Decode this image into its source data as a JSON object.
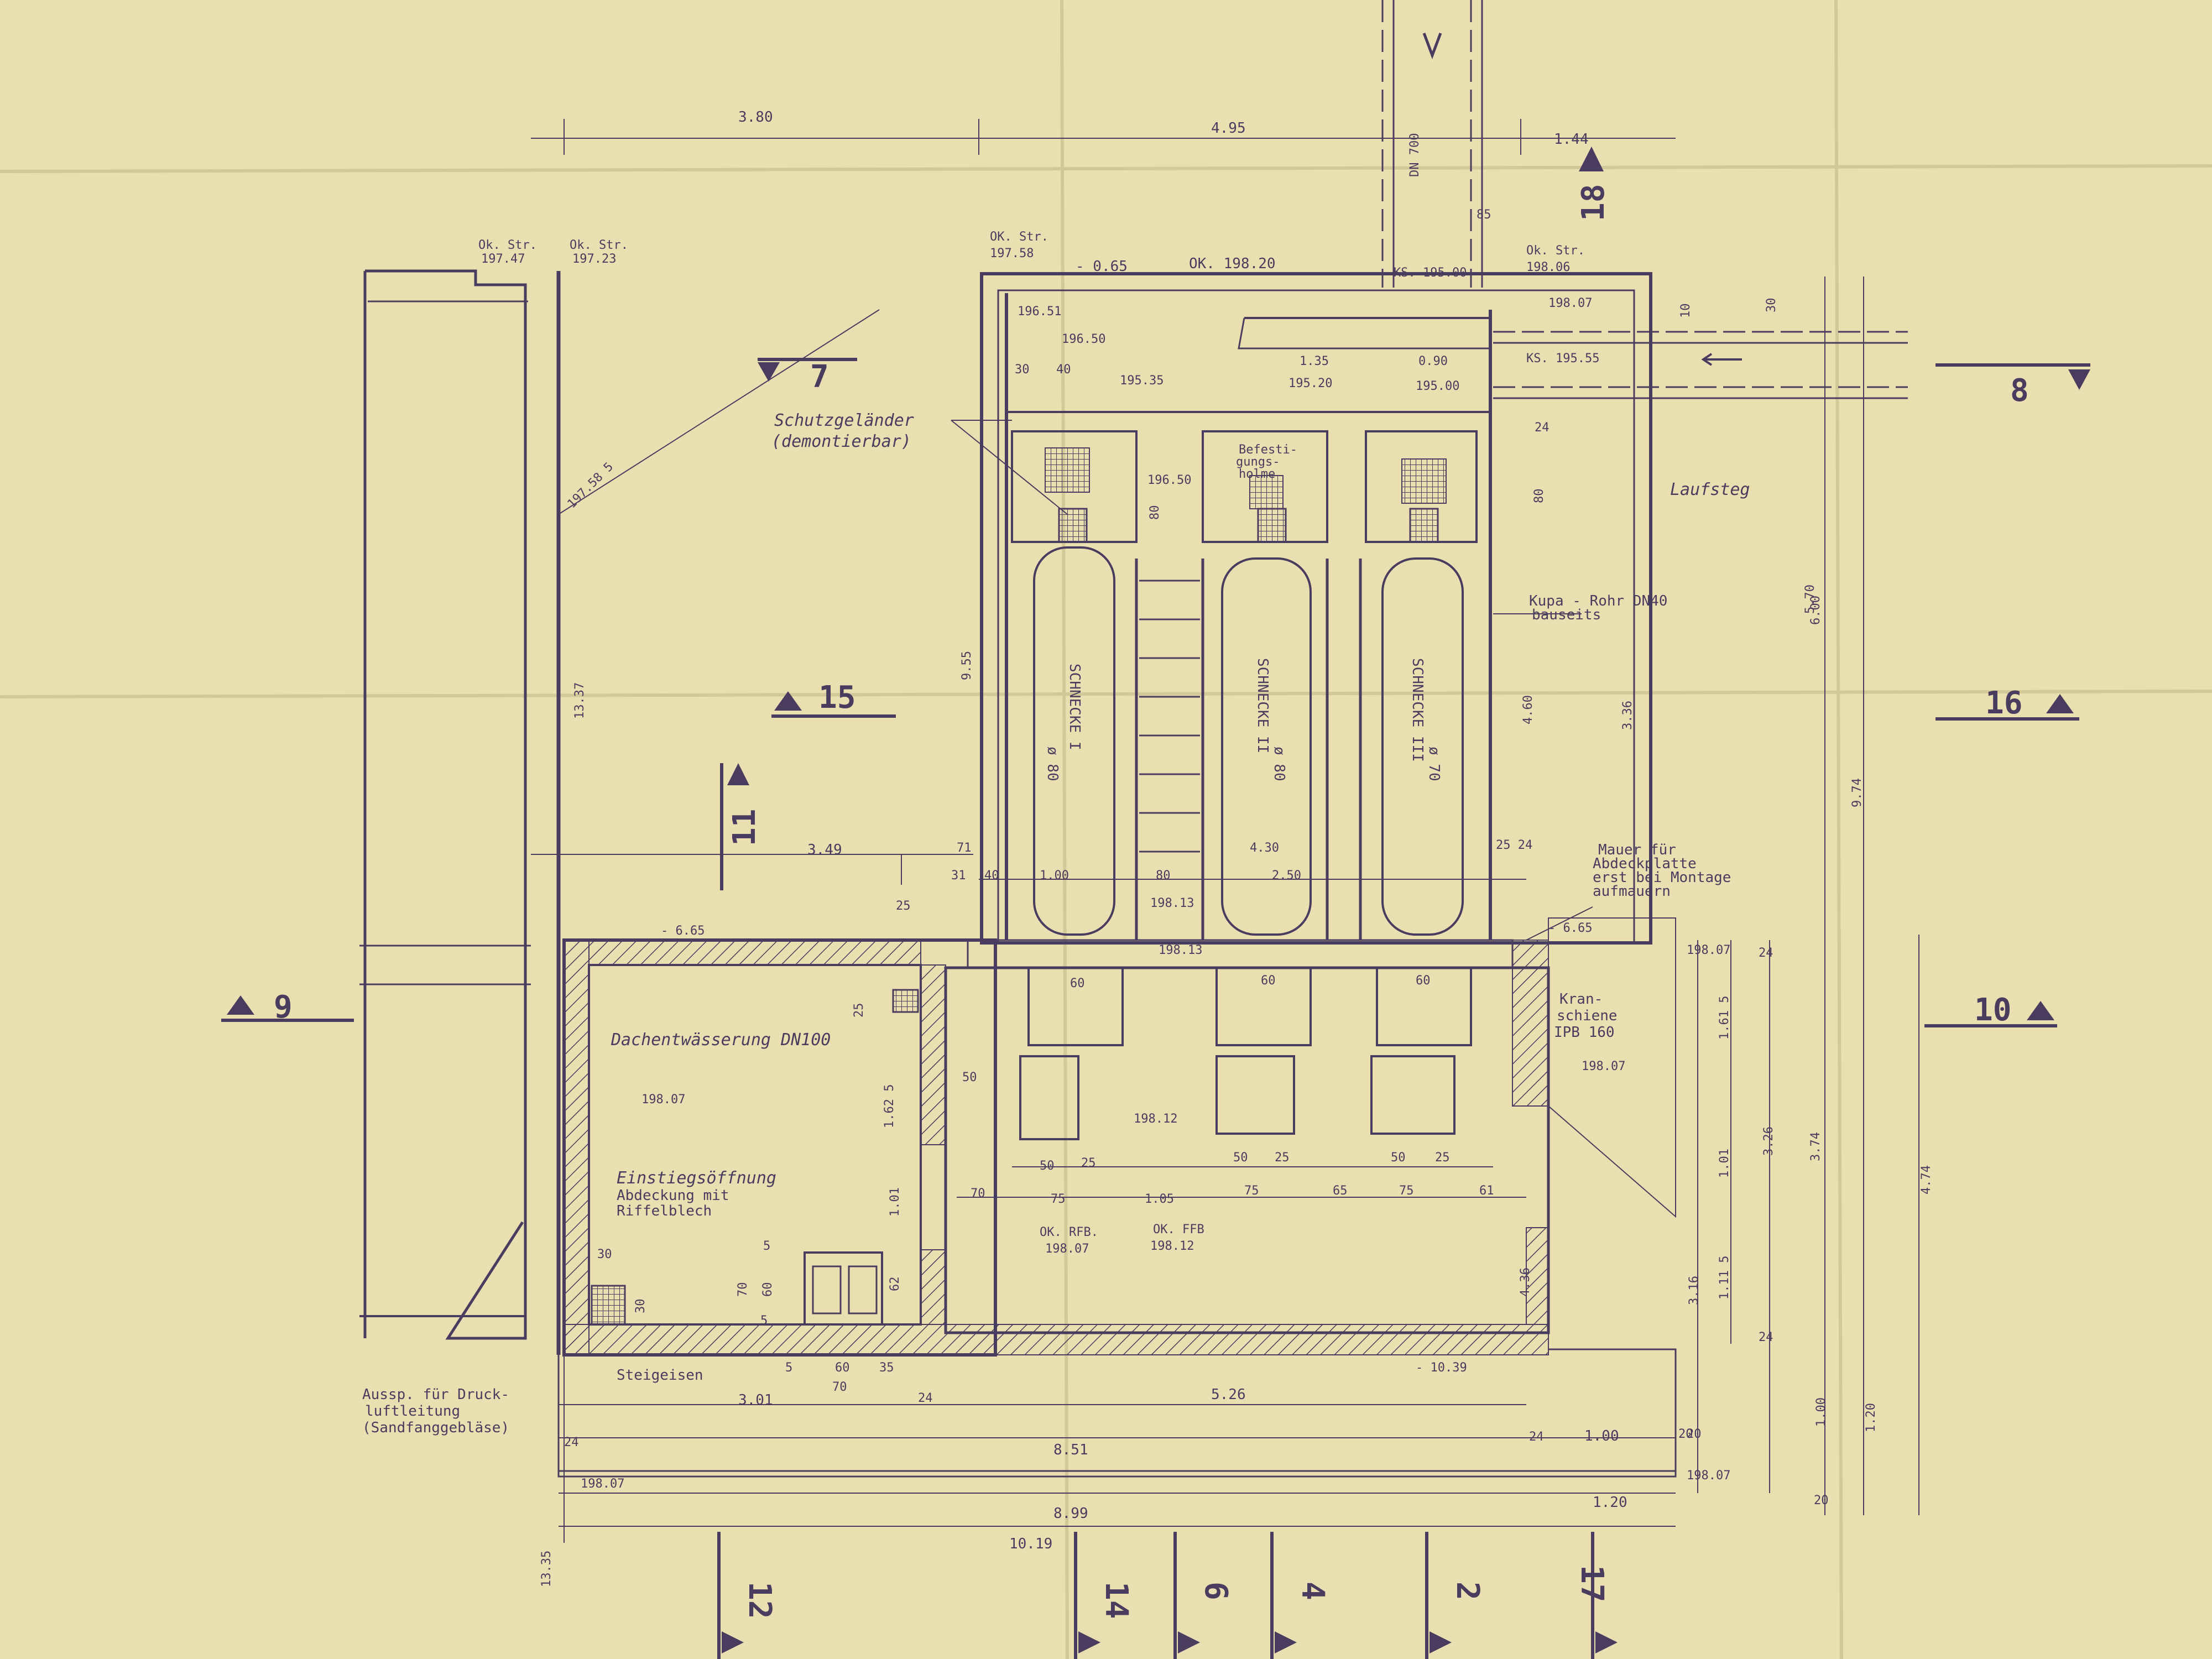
{
  "dims": {
    "top_380": "3.80",
    "top_495": "4.95",
    "top_144": "1.44",
    "top_85": "85",
    "pipe_dn700": "DN 700",
    "okstr_1": "Ok. Str.",
    "okstr_1_val": "197.47",
    "okstr_2": "Ok. Str.",
    "okstr_2_val": "197.23",
    "okstr_3": "OK. Str.",
    "okstr_3_val": "197.58",
    "okstr_4": "Ok. Str.",
    "okstr_4_val": "198.06",
    "ok_19820": "OK. 198.20",
    "ks_19500": "KS. 195.00",
    "d_065": "- 0.65",
    "d_19807_top": "198.07",
    "d_19651": "196.51",
    "d_19650": "196.50",
    "d_30": "30",
    "d_40": "40",
    "d_19535": "195.35",
    "d_135": "1.35",
    "d_090": "0.90",
    "d_19520": "195.20",
    "d_19500b": "195.00",
    "ks_19555": "KS. 195.55",
    "d_19758": "197.58 5",
    "d_1337": "13.37",
    "d_19650b": "196.50",
    "d_80a": "80",
    "d_955": "9.55",
    "d_460": "4.60",
    "d_336": "3.36",
    "d_570": "5.70",
    "d_600": "6.00",
    "d_974": "9.74",
    "d_80b": "80",
    "d_24": "24",
    "d_10": "10",
    "d_30b": "30",
    "d_349": "3.49",
    "d_71": "71",
    "d_31": "31",
    "d_40b": "40",
    "d_100": "1.00",
    "d_80c": "80",
    "d_430": "4.30",
    "d_250": "2.50",
    "d_25_24": "25 24",
    "d_19813": "198.13",
    "d_19813b": "198.13",
    "d_25": "25",
    "d_665a": "- 6.65",
    "d_665b": "- 6.65",
    "d_19807_r": "198.07",
    "d_19807_r2": "198.07",
    "d_161": "1.61 5",
    "d_326": "3.26",
    "d_374": "3.74",
    "d_474": "4.74",
    "d_101": "1.01",
    "d_316": "3.16",
    "d_111": "1.11 5",
    "d_24b": "24",
    "d_24c": "24",
    "d_100b": "1.00",
    "d_120": "1.20",
    "d_20a": "20",
    "d_20b": "20",
    "d_19807_dach": "198.07",
    "d_1625": "1.62 5",
    "d_101b": "1.01",
    "d_25b": "25",
    "d_50": "50",
    "d_70": "70",
    "d_75a": "75",
    "d_105": "1.05",
    "d_75b": "75",
    "d_65": "65",
    "d_75c": "75",
    "d_61": "61",
    "d_50a": "50",
    "d_25c": "25",
    "d_50b": "50",
    "d_25d": "25",
    "d_50c": "50",
    "d_25e": "25",
    "d_60a": "60",
    "d_60b": "60",
    "d_60c": "60",
    "d_19812": "198.12",
    "ok_rfb": "OK. RFB.",
    "ok_rfb_val": "198.07",
    "ok_ffb": "OK. FFB",
    "ok_ffb_val": "198.12",
    "d_436": "4.36",
    "d_1039": "- 10.39",
    "d_301": "3.01",
    "d_526": "5.26",
    "d_851": "8.51",
    "d_899": "8.99",
    "d_1019": "10.19",
    "d_100c": "1.00",
    "d_24d": "24",
    "d_24e": "24",
    "d_20c": "20",
    "d_120b": "1.20",
    "d_19807_bl": "198.07",
    "d_19807_br": "198.07",
    "d_1335": "13.35",
    "d_30c": "30",
    "d_30d": "30",
    "d_5": "5",
    "d_60d": "60",
    "d_70b": "70",
    "d_5b": "5",
    "d_60e": "60",
    "d_35": "35",
    "d_70c": "70",
    "d_5c": "5",
    "d_24f": "24",
    "d_62": "62"
  },
  "labels": {
    "schutz_1": "Schutzgeländer",
    "schutz_2": "(demontierbar)",
    "befest_1": "Befesti-",
    "befest_2": "gungs-",
    "befest_3": "holme",
    "laufsteg": "Laufsteg",
    "kupa_1": "Kupa - Rohr  DN40",
    "kupa_2": "bauseits",
    "mauer_1": "Mauer für",
    "mauer_2": "Abdeckplatte",
    "mauer_3": "erst bei Montage",
    "mauer_4": "aufmauern",
    "kran_1": "Kran-",
    "kran_2": "schiene",
    "kran_3": "IPB 160",
    "dach": "Dachentwässerung DN100",
    "einstieg_1": "Einstiegsöffnung",
    "einstieg_2": "Abdeckung mit",
    "einstieg_3": "Riffelblech",
    "steig": "Steigeisen",
    "aussp_1": "Aussp. für Druck-",
    "aussp_2": "luftleitung",
    "aussp_3": "(Sandfanggebläse)",
    "schnecke_1": "SCHNECKE I",
    "schnecke_1_d": "ø 80",
    "schnecke_2": "SCHNECKE II",
    "schnecke_2_d": "ø 80",
    "schnecke_3": "SCHNECKE III",
    "schnecke_3_d": "ø 70"
  },
  "sections": {
    "s7": "7",
    "s8": "8",
    "s18": "18",
    "s15": "15",
    "s16": "16",
    "s11": "11",
    "s9": "9",
    "s10": "10",
    "s12": "12",
    "s14": "14",
    "s6": "6",
    "s4": "4",
    "s2": "2",
    "s17": "17"
  },
  "colors": {
    "paper": "#e9dfb0",
    "ink": "#4a3c5e"
  }
}
